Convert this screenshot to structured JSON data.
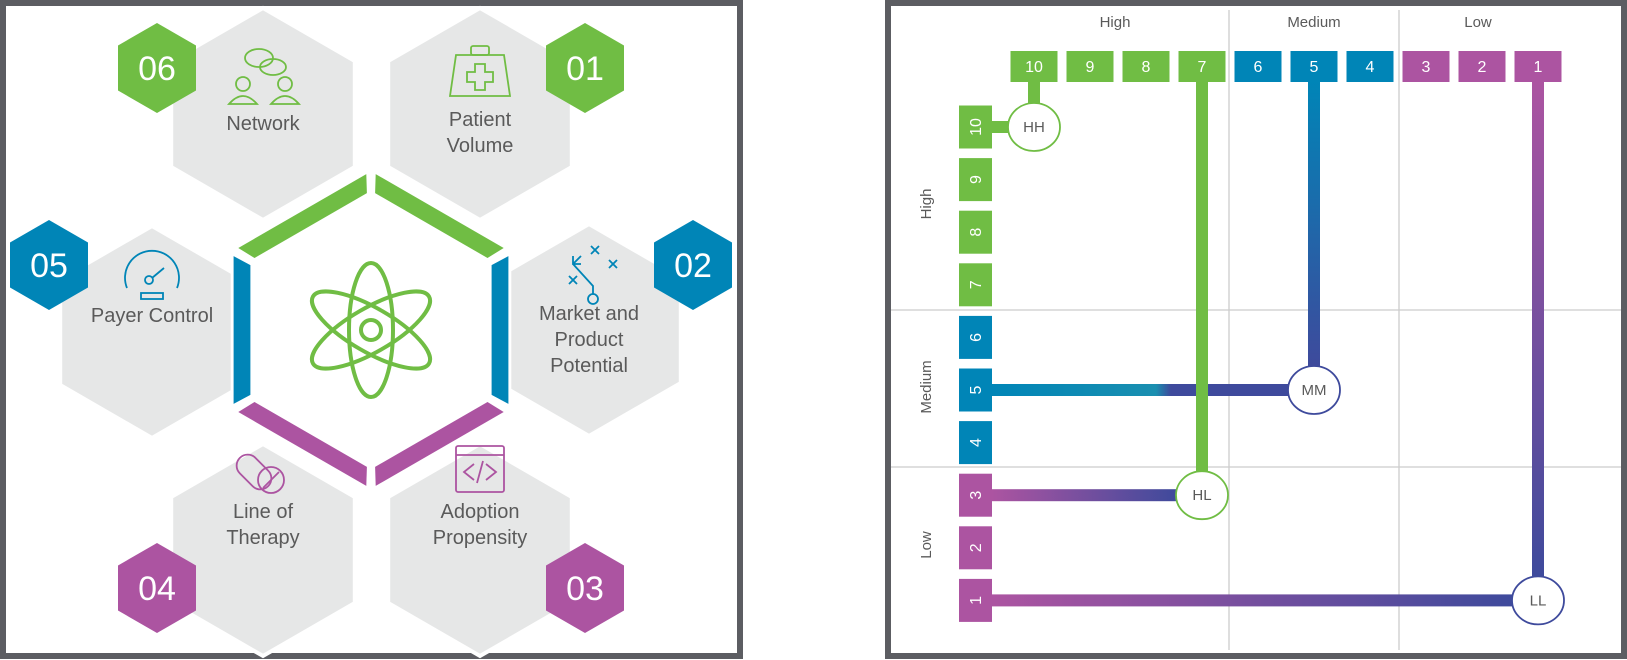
{
  "colors": {
    "green": "#70bd44",
    "blue": "#0085b7",
    "purple": "#ac54a1",
    "navy": "#3e4a9c",
    "gray_hex": "#e6e7e7",
    "frame": "#5c5d62",
    "grid": "#cccccc",
    "text": "#5a5a5a"
  },
  "framework": {
    "center_icon": "atom-icon",
    "items": [
      {
        "number": "01",
        "label_lines": [
          "Patient",
          "Volume"
        ],
        "icon": "medical-bag-icon",
        "color": "green"
      },
      {
        "number": "02",
        "label_lines": [
          "Market and",
          "Product",
          "Potential"
        ],
        "icon": "strategy-play-icon",
        "color": "blue"
      },
      {
        "number": "03",
        "label_lines": [
          "Adoption",
          "Propensity"
        ],
        "icon": "code-window-icon",
        "color": "purple"
      },
      {
        "number": "04",
        "label_lines": [
          "Line of",
          "Therapy"
        ],
        "icon": "pills-icon",
        "color": "purple"
      },
      {
        "number": "05",
        "label_lines": [
          "Payer Control"
        ],
        "icon": "speedometer-icon",
        "color": "blue"
      },
      {
        "number": "06",
        "label_lines": [
          "Network"
        ],
        "icon": "people-chat-icon",
        "color": "green"
      }
    ]
  },
  "matrix": {
    "column_groups": [
      "High",
      "Medium",
      "Low"
    ],
    "row_groups": [
      "High",
      "Medium",
      "Low"
    ],
    "top_scale": [
      {
        "value": "10",
        "group": "green"
      },
      {
        "value": "9",
        "group": "green"
      },
      {
        "value": "8",
        "group": "green"
      },
      {
        "value": "7",
        "group": "green"
      },
      {
        "value": "6",
        "group": "blue"
      },
      {
        "value": "5",
        "group": "blue"
      },
      {
        "value": "4",
        "group": "blue"
      },
      {
        "value": "3",
        "group": "purple"
      },
      {
        "value": "2",
        "group": "purple"
      },
      {
        "value": "1",
        "group": "purple"
      }
    ],
    "left_scale": [
      {
        "value": "10",
        "group": "green"
      },
      {
        "value": "9",
        "group": "green"
      },
      {
        "value": "8",
        "group": "green"
      },
      {
        "value": "7",
        "group": "green"
      },
      {
        "value": "6",
        "group": "blue"
      },
      {
        "value": "5",
        "group": "blue"
      },
      {
        "value": "4",
        "group": "blue"
      },
      {
        "value": "3",
        "group": "purple"
      },
      {
        "value": "2",
        "group": "purple"
      },
      {
        "value": "1",
        "group": "purple"
      }
    ],
    "nodes": [
      {
        "label": "HH",
        "col_value": 10,
        "row_value": 10,
        "ring": "green"
      },
      {
        "label": "MM",
        "col_value": 5,
        "row_value": 5,
        "ring": "navy"
      },
      {
        "label": "HL",
        "col_value": 7,
        "row_value": 3,
        "ring": "green"
      },
      {
        "label": "LL",
        "col_value": 1,
        "row_value": 1,
        "ring": "navy"
      }
    ]
  }
}
